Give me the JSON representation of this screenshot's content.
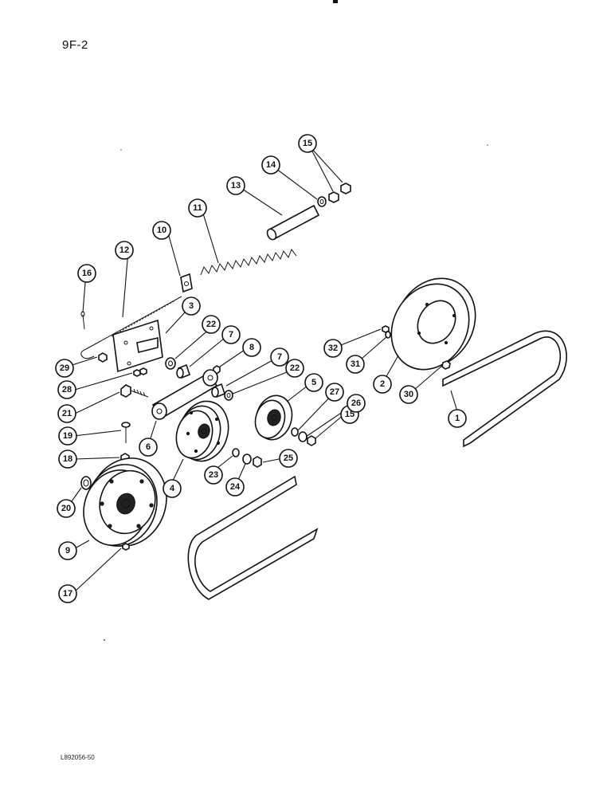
{
  "page": {
    "section_label": "9F-2",
    "reference_code": "L892056-50"
  },
  "callouts": [
    {
      "id": "c1",
      "label": "1"
    },
    {
      "id": "c2",
      "label": "2"
    },
    {
      "id": "c3",
      "label": "3"
    },
    {
      "id": "c4",
      "label": "4"
    },
    {
      "id": "c5",
      "label": "5"
    },
    {
      "id": "c6",
      "label": "6"
    },
    {
      "id": "c7a",
      "label": "7"
    },
    {
      "id": "c7b",
      "label": "7"
    },
    {
      "id": "c8",
      "label": "8"
    },
    {
      "id": "c9",
      "label": "9"
    },
    {
      "id": "c10",
      "label": "10"
    },
    {
      "id": "c11",
      "label": "11"
    },
    {
      "id": "c12",
      "label": "12"
    },
    {
      "id": "c13",
      "label": "13"
    },
    {
      "id": "c14",
      "label": "14"
    },
    {
      "id": "c15a",
      "label": "15"
    },
    {
      "id": "c15b",
      "label": "15"
    },
    {
      "id": "c16",
      "label": "16"
    },
    {
      "id": "c17",
      "label": "17"
    },
    {
      "id": "c18",
      "label": "18"
    },
    {
      "id": "c19",
      "label": "19"
    },
    {
      "id": "c20",
      "label": "20"
    },
    {
      "id": "c21",
      "label": "21"
    },
    {
      "id": "c22a",
      "label": "22"
    },
    {
      "id": "c22b",
      "label": "22"
    },
    {
      "id": "c23",
      "label": "23"
    },
    {
      "id": "c24",
      "label": "24"
    },
    {
      "id": "c25",
      "label": "25"
    },
    {
      "id": "c26",
      "label": "26"
    },
    {
      "id": "c27",
      "label": "27"
    },
    {
      "id": "c28",
      "label": "28"
    },
    {
      "id": "c29",
      "label": "29"
    },
    {
      "id": "c30",
      "label": "30"
    },
    {
      "id": "c31",
      "label": "31"
    },
    {
      "id": "c32",
      "label": "32"
    }
  ]
}
